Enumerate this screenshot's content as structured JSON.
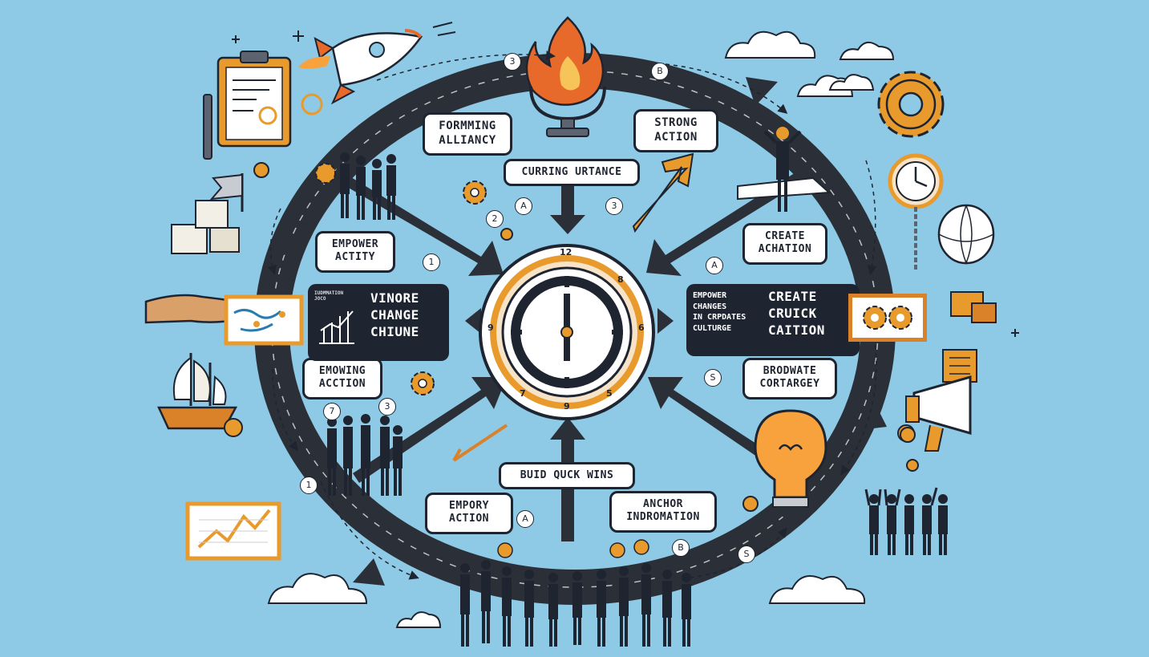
{
  "labels": {
    "forming_alliancy": "FORMMING\nALLIANCY",
    "strong_action": "STRONG\nACTION",
    "curring_urtance": "CURRING URTANCE",
    "empower_actity": "EMPOWER\nACTITY",
    "create_achation": "CREATE\nACHATION",
    "emowing_acction": "EMOWING\nACCTION",
    "brodwate_cortargey": "BRODWATE\nCORTARGEY",
    "buid_quck_wins": "BUID QUCK WINS",
    "empory_action": "EMPORY\nACTION",
    "anchor_indromation": "ANCHOR\nINDROMATION"
  },
  "left_panel": {
    "small_caption": "IUDMMATION\nJOCO",
    "title": "VINORE\nCHANGE\nCHIUNE"
  },
  "right_panel": {
    "left_text": "EMPOWER\nCHANGES\nIN CRPDATES\nCULTURGE",
    "right_text": "CREATE\nCRUICK\nCAITION"
  },
  "clock": {
    "numbers": [
      "12",
      "9",
      "6",
      "7",
      "9",
      "5",
      "8"
    ]
  },
  "step_markers": [
    "1",
    "2",
    "A",
    "3",
    "A",
    "7",
    "3",
    "S",
    "1",
    "B",
    "A",
    "3",
    "B",
    "S"
  ],
  "colors": {
    "background": "#8ec9e6",
    "ring": "#2b3038",
    "accent_orange": "#e89a2c",
    "ink": "#1e2430"
  },
  "icons": [
    "rocket-icon",
    "flame-trophy-icon",
    "clipboard-icon",
    "gear-icon",
    "clock-icon",
    "lightbulb-icon",
    "megaphone-icon",
    "ship-icon",
    "map-icon",
    "chart-icon",
    "boxes-icon",
    "people-group-icon",
    "balloon-icon",
    "cloud-icon",
    "flag-icon",
    "arrow-icon"
  ]
}
